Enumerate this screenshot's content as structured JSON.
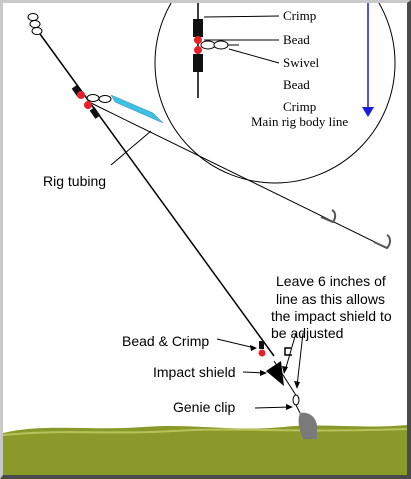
{
  "labels": {
    "rig_tubing": "Rig tubing",
    "leave_line": [
      "Leave 6 inches of",
      "line as this allows",
      "the impact shield to",
      "be adjusted"
    ],
    "bead_crimp": "Bead & Crimp",
    "impact_shield": "Impact shield",
    "genie_clip": "Genie clip"
  },
  "inset": {
    "labels": [
      "Crimp",
      "Bead",
      "Swivel",
      "Bead",
      "Crimp"
    ],
    "main_line_label": "Main rig body line"
  },
  "colors": {
    "line": "#000000",
    "bead": "#e8202a",
    "tubing": "#3cc0e4",
    "inset_arrow": "#1a1ad8",
    "ground": "#8a9a2a",
    "sinker": "#7a7a7a"
  }
}
